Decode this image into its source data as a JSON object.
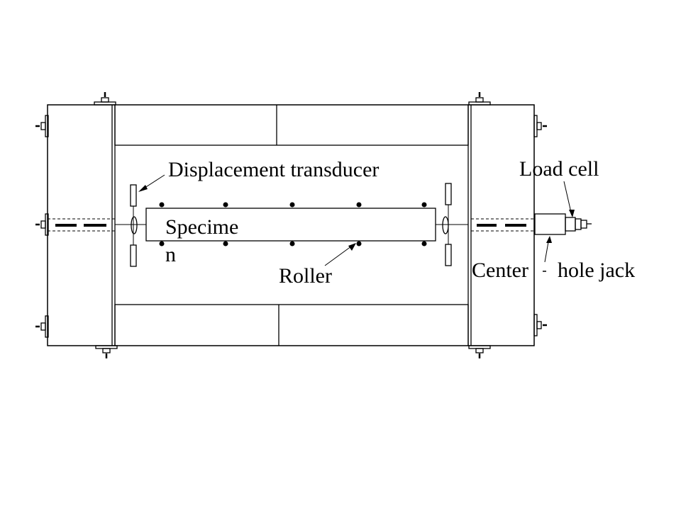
{
  "labels": {
    "displacement_transducer": "Displacement transducer",
    "load_cell": "Load cell",
    "specimen_part1": "Specime",
    "specimen_part2": "n",
    "roller": "Roller",
    "center": "Center",
    "hole_jack": "hole jack"
  }
}
